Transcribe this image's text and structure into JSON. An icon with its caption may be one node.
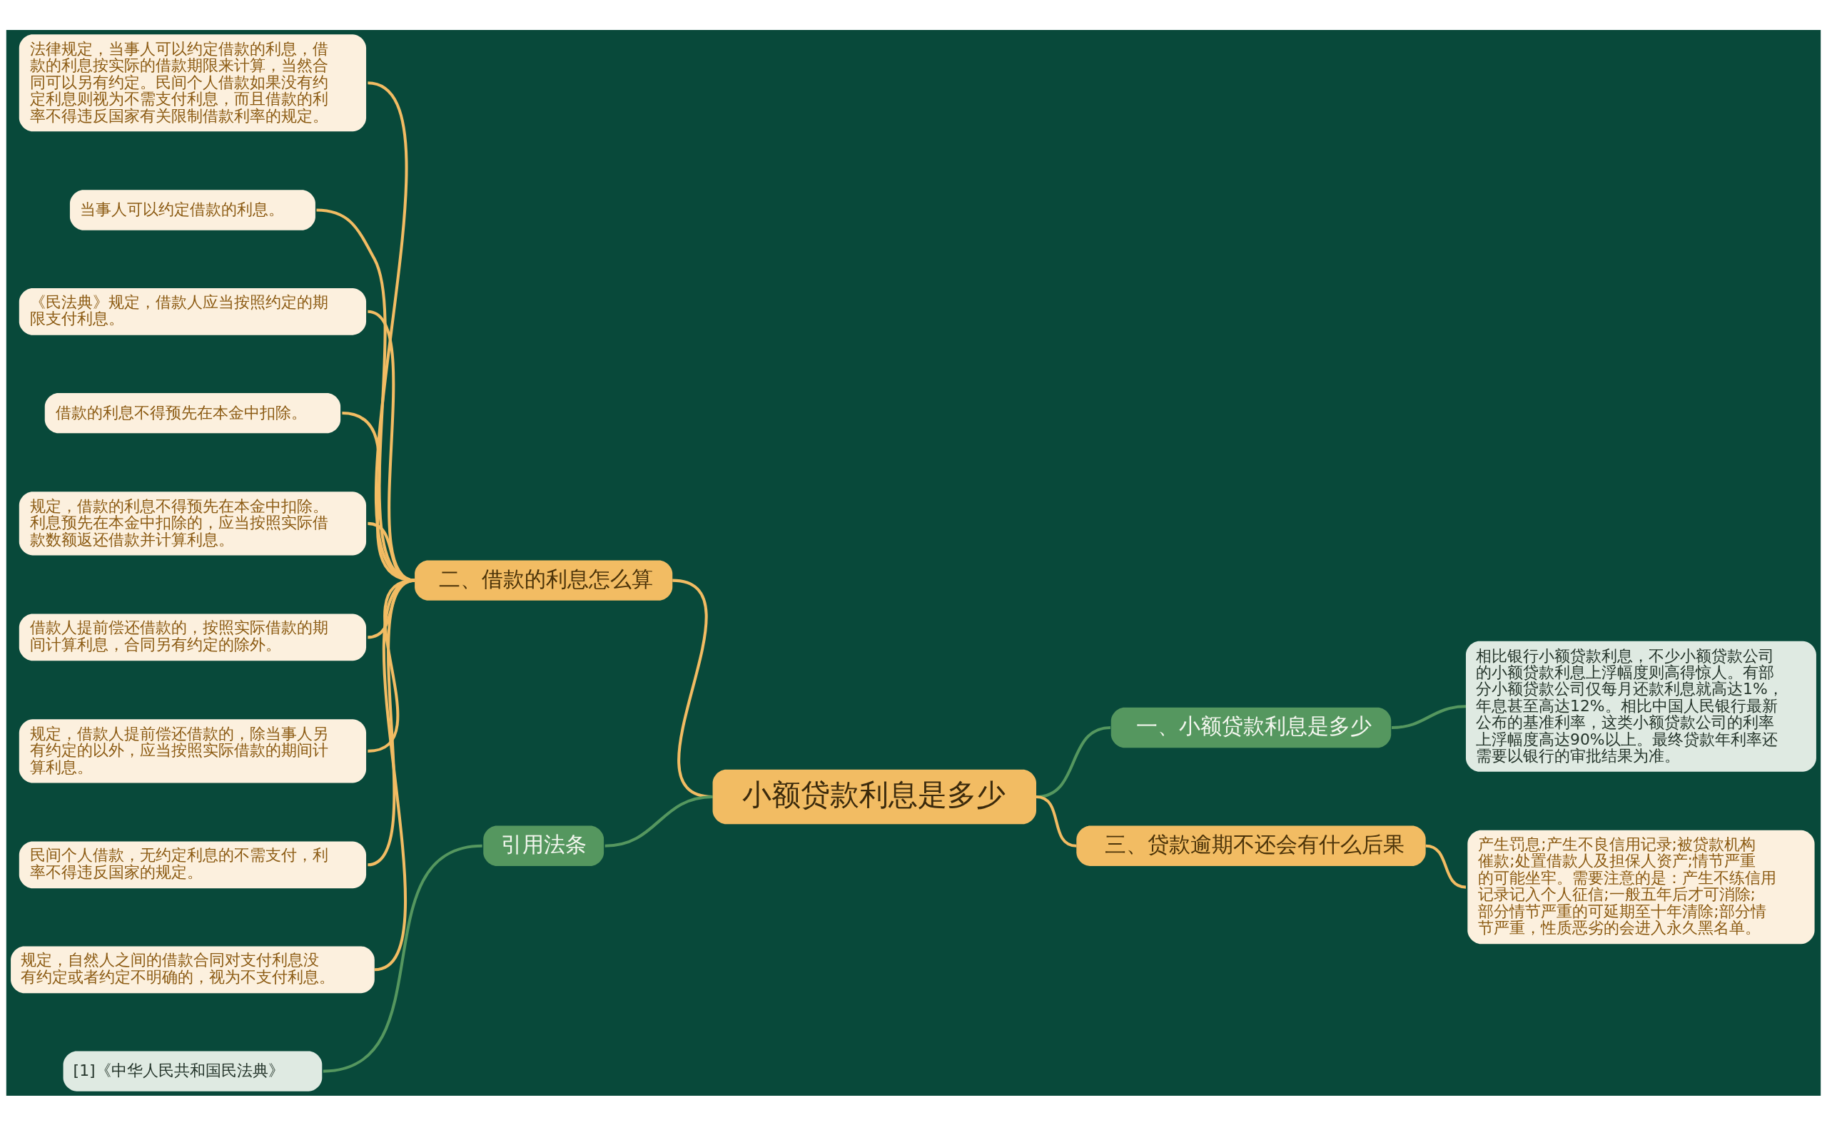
{
  "diagram": {
    "nodes": [
      {
        "text": [
          "小额贷款利息是多少"
        ]
      },
      {
        "text": [
          "二、借款的利息怎么算"
        ]
      },
      {
        "text": [
          "法律规定，当事人可以约定借款的利息，借款的利息按实际的借款期限来计算，当然合同可以另有约定。民间个人借款如果没有约定利息则视为不需支付利息，而且借款的利率不得违反国家有关限制借款利率的规定。"
        ]
      },
      {
        "text": [
          "当事人可以约定借款的利息。"
        ]
      },
      {
        "text": [
          "《民法典》规定，借款人应当按照约定的期限支付利息。"
        ]
      },
      {
        "text": [
          "借款的利息不得预先在本金中扣除。"
        ]
      },
      {
        "text": [
          "规定，借款的利息不得预先在本金中扣除。利息预先在本金中扣除的，应当按照实际借款数额返还借款并计算利息。"
        ]
      },
      {
        "text": [
          "借款人提前偿还借款的，按照实际借款的期间计算利息，合同另有约定的除外。"
        ]
      },
      {
        "text": [
          "规定，借款人提前偿还借款的，除当事人另有约定的以外，应当按照实际借款的期间计算利息。"
        ]
      },
      {
        "text": [
          "民间个人借款，无约定利息的不需支付，利率不得违反国家的规定。"
        ]
      },
      {
        "text": [
          "规定，自然人之间的借款合同对支付利息没有约定或者约定不明确的，视为不支付利息。"
        ]
      },
      {
        "text": [
          "引用法条"
        ]
      },
      {
        "text": [
          "[1]《中华人民共和国民法典》"
        ]
      },
      {
        "text": [
          "一、小额贷款利息是多少"
        ]
      },
      {
        "text": [
          "相比银行小额贷款利息，不少小额贷款公司的小额贷款利息上浮幅度则高得惊人。有部分小额贷款公司仅每月还款利息就高达1%，年息甚至高达12%。相比中国人民银行最新公布的基准利率，这类小额贷款公司的利率上浮幅度高达90%以上。最终贷款年利率还需要以银行的审批结果为准。"
        ]
      },
      {
        "text": [
          "三、贷款逾期不还会有什么后果"
        ]
      },
      {
        "text": [
          "产生罚息;产生不良信用记录;被贷款机构催款;处置借款人及担保人资产;情节严重的可能坐牢。需要注意的是：产生不练信用记录记入个人征信;一般五年后才可消除;部分情节严重的可延期至十年清除;部分情节严重，性质恶劣的会进入永久黑名单。"
        ]
      }
    ],
    "edges": [
      {
        "from": 0,
        "to": 1,
        "arrow": "none"
      },
      {
        "from": 1,
        "to": 2,
        "arrow": "none"
      },
      {
        "from": 1,
        "to": 3,
        "arrow": "none"
      },
      {
        "from": 1,
        "to": 4,
        "arrow": "none"
      },
      {
        "from": 1,
        "to": 5,
        "arrow": "none"
      },
      {
        "from": 1,
        "to": 6,
        "arrow": "none"
      },
      {
        "from": 1,
        "to": 7,
        "arrow": "none"
      },
      {
        "from": 1,
        "to": 8,
        "arrow": "none"
      },
      {
        "from": 1,
        "to": 9,
        "arrow": "none"
      },
      {
        "from": 1,
        "to": 10,
        "arrow": "none"
      },
      {
        "from": 0,
        "to": 11,
        "arrow": "none",
        "color": "#55975f"
      },
      {
        "from": 11,
        "to": 12,
        "arrow": "none",
        "color": "#55975f"
      },
      {
        "from": 0,
        "to": 13,
        "arrow": "none",
        "color": "#55975f"
      },
      {
        "from": 13,
        "to": 14,
        "arrow": "none",
        "color": "#55975f"
      },
      {
        "from": 0,
        "to": 15,
        "arrow": "none"
      },
      {
        "from": 15,
        "to": 16,
        "arrow": "none"
      }
    ]
  }
}
